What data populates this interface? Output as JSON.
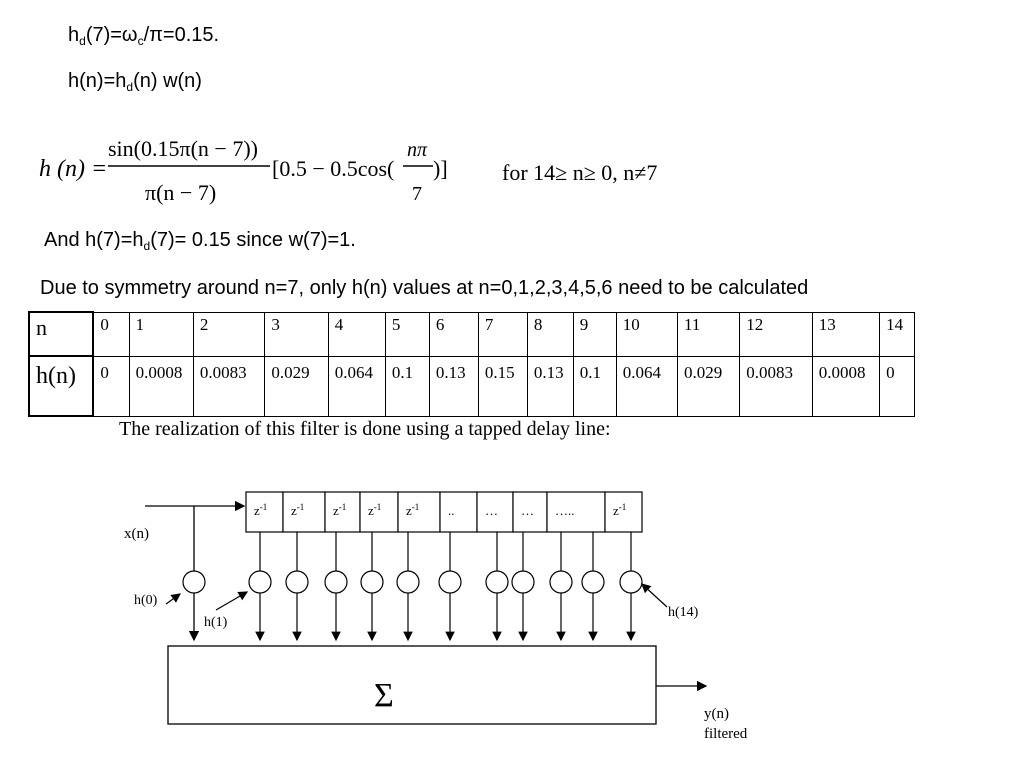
{
  "header": {
    "line1": {
      "a": "h",
      "sub1": "d",
      "b": "(7)=ω",
      "sub2": "c",
      "c": "/π=0.15."
    },
    "line2": {
      "a": "h(n)=h",
      "sub": "d",
      "b": "(n) w(n)"
    }
  },
  "equation": {
    "lhs": "h (n) =",
    "numerator": "sin(0.15π(n − 7))",
    "denominator": "π(n − 7)",
    "bracket_open": "[0.5 − 0.5cos(",
    "cos_num": "nπ",
    "cos_den": "7",
    "bracket_close": ")]",
    "condition": "for 14≥ n≥ 0, n≠7"
  },
  "note": {
    "a": "And h(7)=h",
    "sub": "d",
    "b": "(7)= 0.15 since w(7)=1."
  },
  "symmetry": "Due to symmetry around n=7, only h(n) values at n=0,1,2,3,4,5,6 need to be calculated",
  "table": {
    "row1": [
      "n",
      "0",
      "1",
      "2",
      "3",
      "4",
      "5",
      "6",
      "7",
      "8",
      "9",
      "10",
      "11",
      "12",
      "13",
      "14"
    ],
    "row2": [
      "h(n)",
      "0",
      "0.0008",
      "0.0083",
      "0.029",
      "0.064",
      "0.1",
      "0.13",
      "0.15",
      "0.13",
      "0.1",
      "0.064",
      "0.029",
      "0.0083",
      "0.0008",
      "0"
    ]
  },
  "caption": "The realization of this filter is done using a tapped delay line:",
  "diagram": {
    "delays": [
      "z",
      "z",
      "z",
      "z",
      "z",
      "..",
      "…",
      "…",
      "…..",
      "z"
    ],
    "delay_exp": "-1",
    "input": "x(n)",
    "h0": "h(0)",
    "h1": "h(1)",
    "h14": "h(14)",
    "sum": "Σ",
    "output": "y(n)",
    "output2": "filtered"
  }
}
